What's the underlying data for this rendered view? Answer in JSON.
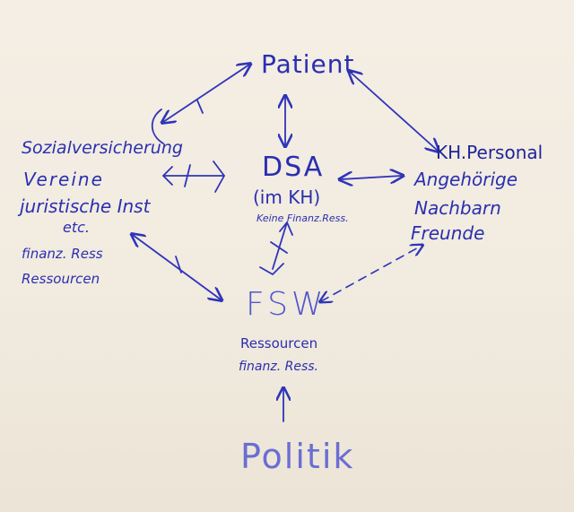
{
  "nodes": {
    "patient": "Patient",
    "dsa": "DSA",
    "dsa_sub": "(im KH)",
    "dsa_note": "Keine Finanz.Ress.",
    "fsw": "FSW",
    "fsw_res_1": "Ressourcen",
    "fsw_res_2": "finanz. Ress.",
    "politik": "Politik",
    "left_group": [
      "Sozialversicherung",
      "Vereine",
      "juristische Inst",
      "etc.",
      "finanz. Ress",
      "Ressourcen"
    ],
    "right_group": [
      "KH.Personal",
      "Angehörige",
      "Nachbarn",
      "Freunde"
    ]
  },
  "colors": {
    "ink": "#2f34b8",
    "paper": "#f1ebe0"
  }
}
